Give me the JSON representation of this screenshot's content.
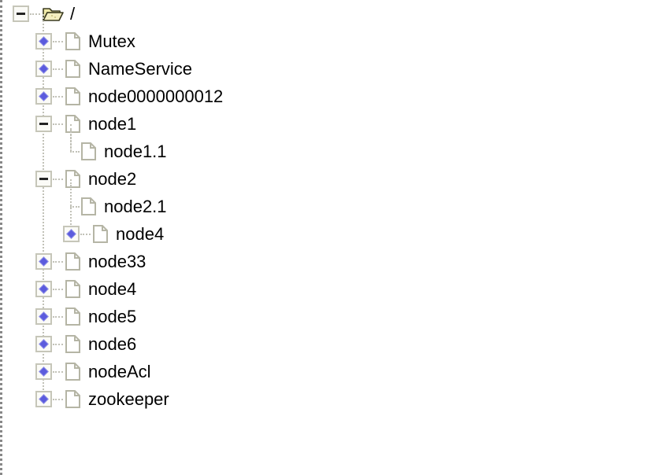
{
  "panel": {
    "name": "zookeeper-node-tree",
    "background_color": "#ffffff",
    "focus_border_color": "#888888",
    "text_color": "#000000",
    "file_icon_border_color": "#b5b5a5",
    "folder_icon_color": "#e8e4a0",
    "toggle_border_color": "#c6c6b9",
    "collapsed_marker_color": "#5b5bdd",
    "connector_color": "#c2c2b8"
  },
  "tree": {
    "root": {
      "label": "/",
      "icon": "folder-open-icon",
      "state": "expanded",
      "toggle_icon": "minus-box-icon",
      "children": [
        {
          "label": "Mutex",
          "icon": "file-icon",
          "state": "collapsed",
          "toggle_icon": "diamond-box-icon",
          "children": []
        },
        {
          "label": "NameService",
          "icon": "file-icon",
          "state": "collapsed",
          "toggle_icon": "diamond-box-icon",
          "children": []
        },
        {
          "label": "node0000000012",
          "icon": "file-icon",
          "state": "collapsed",
          "toggle_icon": "diamond-box-icon",
          "children": []
        },
        {
          "label": "node1",
          "icon": "file-icon",
          "state": "expanded",
          "toggle_icon": "minus-box-icon",
          "children": [
            {
              "label": "node1.1",
              "icon": "file-icon",
              "state": "leaf",
              "toggle_icon": "elbow-connector",
              "children": []
            }
          ]
        },
        {
          "label": "node2",
          "icon": "file-icon",
          "state": "expanded",
          "toggle_icon": "minus-box-icon",
          "children": [
            {
              "label": "node2.1",
              "icon": "file-icon",
              "state": "leaf",
              "toggle_icon": "elbow-connector",
              "children": []
            },
            {
              "label": "node4",
              "icon": "file-icon",
              "state": "collapsed",
              "toggle_icon": "diamond-box-icon",
              "children": []
            }
          ]
        },
        {
          "label": "node33",
          "icon": "file-icon",
          "state": "collapsed",
          "toggle_icon": "diamond-box-icon",
          "children": []
        },
        {
          "label": "node4",
          "icon": "file-icon",
          "state": "collapsed",
          "toggle_icon": "diamond-box-icon",
          "children": []
        },
        {
          "label": "node5",
          "icon": "file-icon",
          "state": "collapsed",
          "toggle_icon": "diamond-box-icon",
          "children": []
        },
        {
          "label": "node6",
          "icon": "file-icon",
          "state": "collapsed",
          "toggle_icon": "diamond-box-icon",
          "children": []
        },
        {
          "label": "nodeAcl",
          "icon": "file-icon",
          "state": "collapsed",
          "toggle_icon": "diamond-box-icon",
          "children": []
        },
        {
          "label": "zookeeper",
          "icon": "file-icon",
          "state": "collapsed",
          "toggle_icon": "diamond-box-icon",
          "children": []
        }
      ]
    }
  }
}
